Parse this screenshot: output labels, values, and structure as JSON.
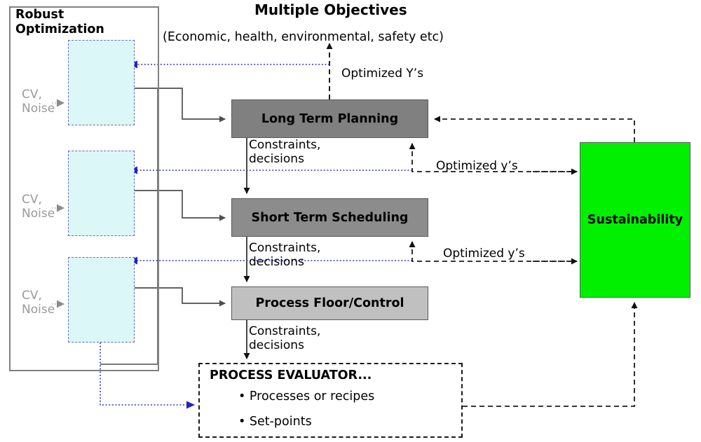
{
  "diagram": {
    "title": "Multiple Objectives",
    "subtitle": "(Economic, health, environmental, safety etc)"
  },
  "robust_optimization": {
    "panel_title": "Robust\nOptimization",
    "noise_labels": [
      "CV,\nNoise",
      "CV,\nNoise",
      "CV,\nNoise"
    ],
    "box_fill": "#dcf7f7",
    "box_border": "#6b6bbf"
  },
  "process_boxes": [
    {
      "label": "Long Term Planning",
      "fill": "#808080"
    },
    {
      "label": "Short Term Scheduling",
      "fill": "#8c8c8c"
    },
    {
      "label": "Process Floor/Control",
      "fill": "#c0c0c0"
    }
  ],
  "sustainability": {
    "label": "Sustainability",
    "fill": "#00f000"
  },
  "process_evaluator": {
    "title": "PROCESS EVALUATOR...",
    "bullets": [
      "• Processes or recipes",
      "• Set-points"
    ]
  },
  "edge_labels": {
    "optimized_Y": "Optimized Y’s",
    "constraints_decisions_1": "Constraints,\ndecisions",
    "constraints_decisions_2": "Constraints,\ndecisions",
    "constraints_decisions_3": "Constraints,\ndecisions",
    "optimized_y_1": "Optimized y’s",
    "optimized_y_2": "Optimized y’s"
  },
  "colors": {
    "feedback_blue": "#3333cc",
    "solid_connector": "#4d4d4d",
    "dashed_black": "#1a1a1a",
    "cv_noise_gray": "#9a9a9a"
  }
}
